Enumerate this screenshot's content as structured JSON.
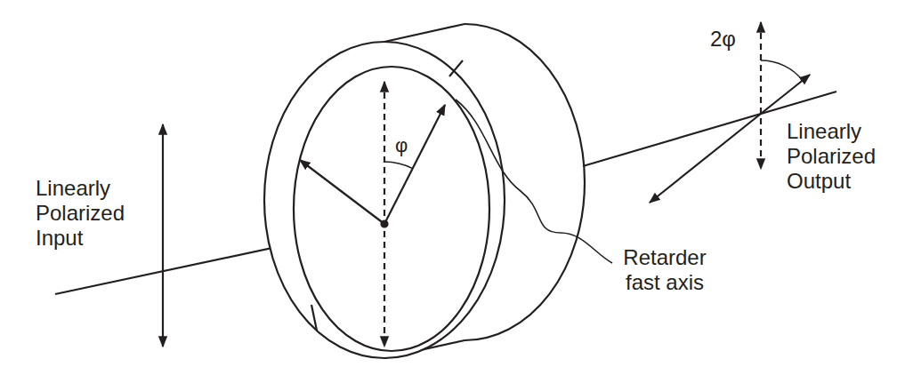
{
  "diagram": {
    "labels": [
      "Linearly Polarized Input",
      "φ",
      "Retarder fast axis",
      "2φ",
      "Linearly Polarized Output"
    ]
  }
}
